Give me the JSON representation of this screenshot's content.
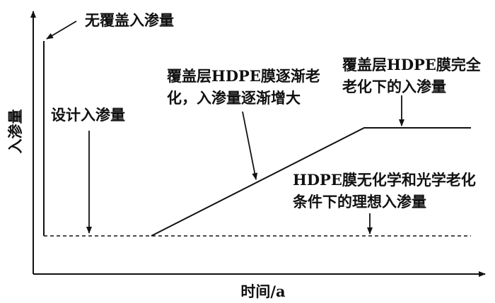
{
  "axes": {
    "y_label": "入渗量",
    "x_label": "时间/a"
  },
  "annotations": {
    "uncovered": "无覆盖入渗量",
    "design": "设计入渗量",
    "gradual_line1": "覆盖层HDPE膜逐渐老",
    "gradual_line2": "化，入渗量逐渐增大",
    "aged_line1": "覆盖层HDPE膜完全",
    "aged_line2": "老化下的入渗量",
    "ideal_line1": "HDPE膜无化学和光学老化",
    "ideal_line2": "条件下的理想入渗量"
  },
  "colors": {
    "stroke": "#111111",
    "background": "#ffffff"
  }
}
